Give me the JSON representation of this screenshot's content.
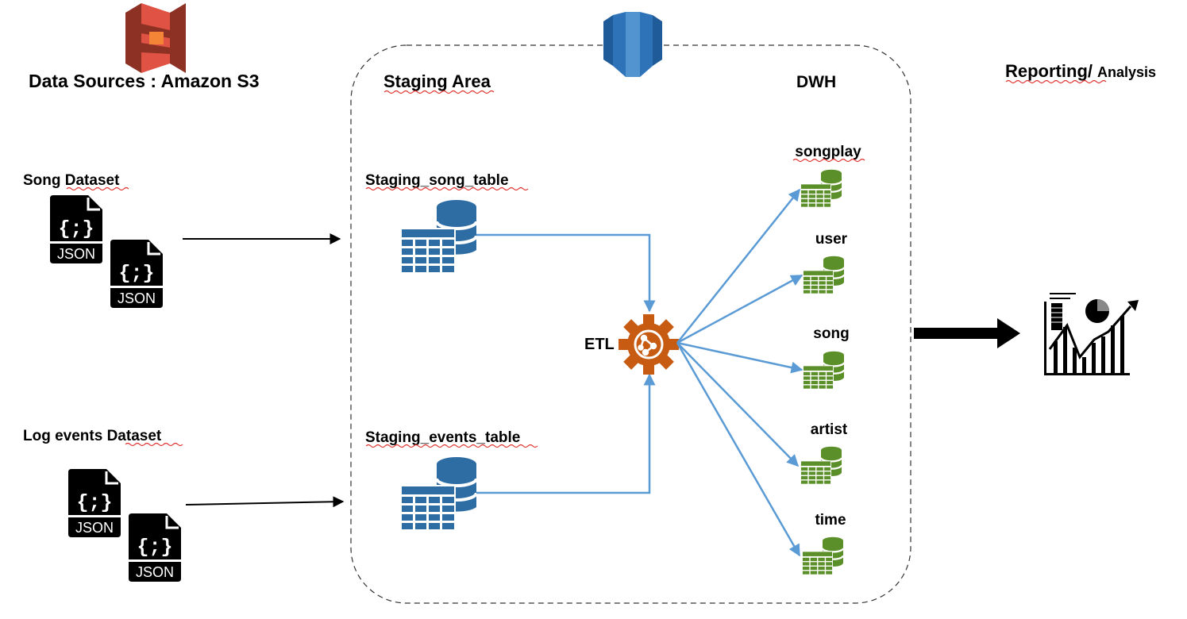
{
  "labels": {
    "data_sources": "Data Sources : Amazon S3",
    "staging_area": "Staging Area",
    "dwh": "DWH",
    "reporting_main": "Reporting/",
    "reporting_sub": "Analysis",
    "song_dataset": "Song Dataset",
    "log_dataset": "Log events Dataset",
    "staging_song": "Staging_song_table",
    "staging_events": "Staging_events_table",
    "etl": "ETL",
    "json": "JSON",
    "json_glyph": "{;}"
  },
  "dwh_tables": [
    "songplay",
    "user",
    "song",
    "artist",
    "time"
  ],
  "colors": {
    "s3": "#e05243",
    "redshift": "#2e73b8",
    "staging_table": "#2e6da4",
    "etl_gear": "#c75b12",
    "dwh_table": "#5b8f29",
    "flow_line": "#5b9bd5"
  },
  "icons": {
    "s3": "amazon-s3-bucket-icon",
    "redshift": "amazon-redshift-icon",
    "json": "json-file-icon",
    "staging": "database-table-icon",
    "etl": "etl-gear-icon",
    "dwh": "dwh-table-icon",
    "report": "report-chart-icon"
  }
}
